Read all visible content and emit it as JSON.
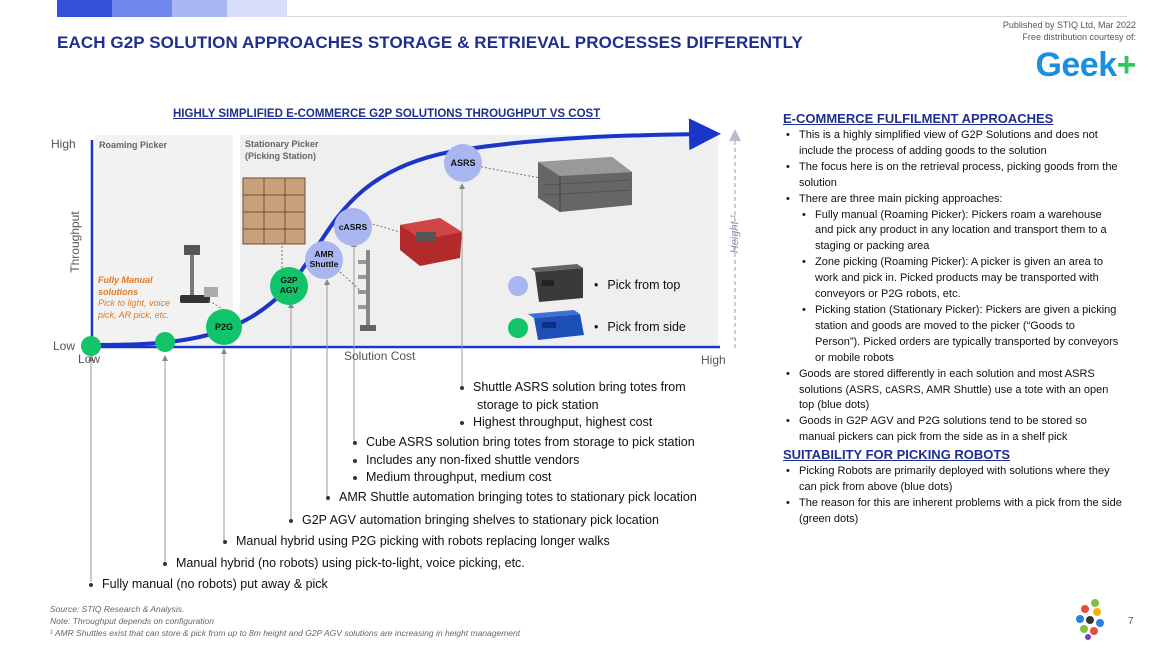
{
  "header": {
    "title": "EACH G2P SOLUTION APPROACHES STORAGE & RETRIEVAL PROCESSES DIFFERENTLY",
    "published_line1": "Published by STIQ Ltd, Mar 2022",
    "published_line2": "Free distribution courtesy of:",
    "logo_text": "Geek",
    "logo_plus": "+"
  },
  "diagram": {
    "title": "HIGHLY SIMPLIFIED E-COMMERCE G2P SOLUTIONS THROUGHPUT VS COST",
    "y_high": "High",
    "y_low": "Low",
    "y_label": "Throughput",
    "x_low": "Low",
    "x_high": "High",
    "x_label": "Solution Cost",
    "height_label": "Height ¹",
    "zone_roaming": "Roaming Picker",
    "zone_stationary_1": "Stationary Picker",
    "zone_stationary_2": "(Picking Station)",
    "fm_title_1": "Fully Manual",
    "fm_title_2": "solutions",
    "fm_desc_1": "Pick to light, voice",
    "fm_desc_2": "pick, AR pick, etc.",
    "nodes": {
      "p2g": "P2G",
      "g2p_agv_1": "G2P",
      "g2p_agv_2": "AGV",
      "amr_1": "AMR",
      "amr_2": "Shuttle",
      "casrs": "cASRS",
      "asrs": "ASRS"
    },
    "legend": {
      "top": "Pick from top",
      "side": "Pick from side"
    },
    "colors": {
      "blue_dot": "#a9b6f0",
      "green_dot": "#11c46a",
      "axis": "#1a36c8"
    }
  },
  "annotations": {
    "asrs_1": "Shuttle ASRS solution bring totes from",
    "asrs_2": "storage to pick station",
    "asrs_3": "Highest throughput, highest cost",
    "casrs_1": "Cube ASRS solution bring totes from storage to pick station",
    "casrs_2": "Includes any non-fixed shuttle vendors",
    "casrs_3": "Medium throughput, medium cost",
    "amr": "AMR Shuttle automation bringing totes to stationary pick location",
    "g2p": "G2P AGV automation bringing shelves to stationary pick location",
    "p2g": "Manual hybrid using P2G picking with robots replacing longer walks",
    "hybrid": "Manual hybrid (no robots) using pick-to-light, voice picking, etc.",
    "manual": "Fully manual (no robots) put away & pick"
  },
  "right_panel": {
    "heading1": "E-COMMERCE FULFILMENT APPROACHES",
    "b1": "This is a highly simplified view of G2P Solutions and does not include the process of adding goods to the solution",
    "b2": "The focus here is on the retrieval process, picking goods from the solution",
    "b3": "There are three main picking approaches:",
    "s1": "Fully manual (Roaming Picker): Pickers roam a warehouse and pick any product in any location and transport them to a staging or packing area",
    "s2": "Zone picking (Roaming Picker): A picker is given an area to work and pick in. Picked products may be transported with conveyors or P2G robots, etc.",
    "s3": "Picking station (Stationary Picker): Pickers are given a picking station and goods are moved to the picker (“Goods to Person”). Picked orders are typically transported by conveyors or mobile robots",
    "b4": "Goods are stored differently in each solution and most ASRS solutions (ASRS, cASRS, AMR Shuttle) use a tote with an open top (blue dots)",
    "b5": "Goods in G2P AGV and P2G solutions tend to be stored so manual pickers can pick from the side as in a shelf pick",
    "heading2": "SUITABILITY FOR PICKING ROBOTS",
    "c1": "Picking Robots are primarily deployed with solutions where they can pick from above (blue dots)",
    "c2": "The reason for this are inherent problems with a pick from the side (green dots)"
  },
  "footer": {
    "source": "Source: STIQ Research & Analysis.",
    "note": "Note: Throughput depends on configuration",
    "footnote": "¹ AMR Shuttles exist that can store & pick from up to 8m height and G2P AGV solutions are increasing in height management",
    "page": "7"
  }
}
